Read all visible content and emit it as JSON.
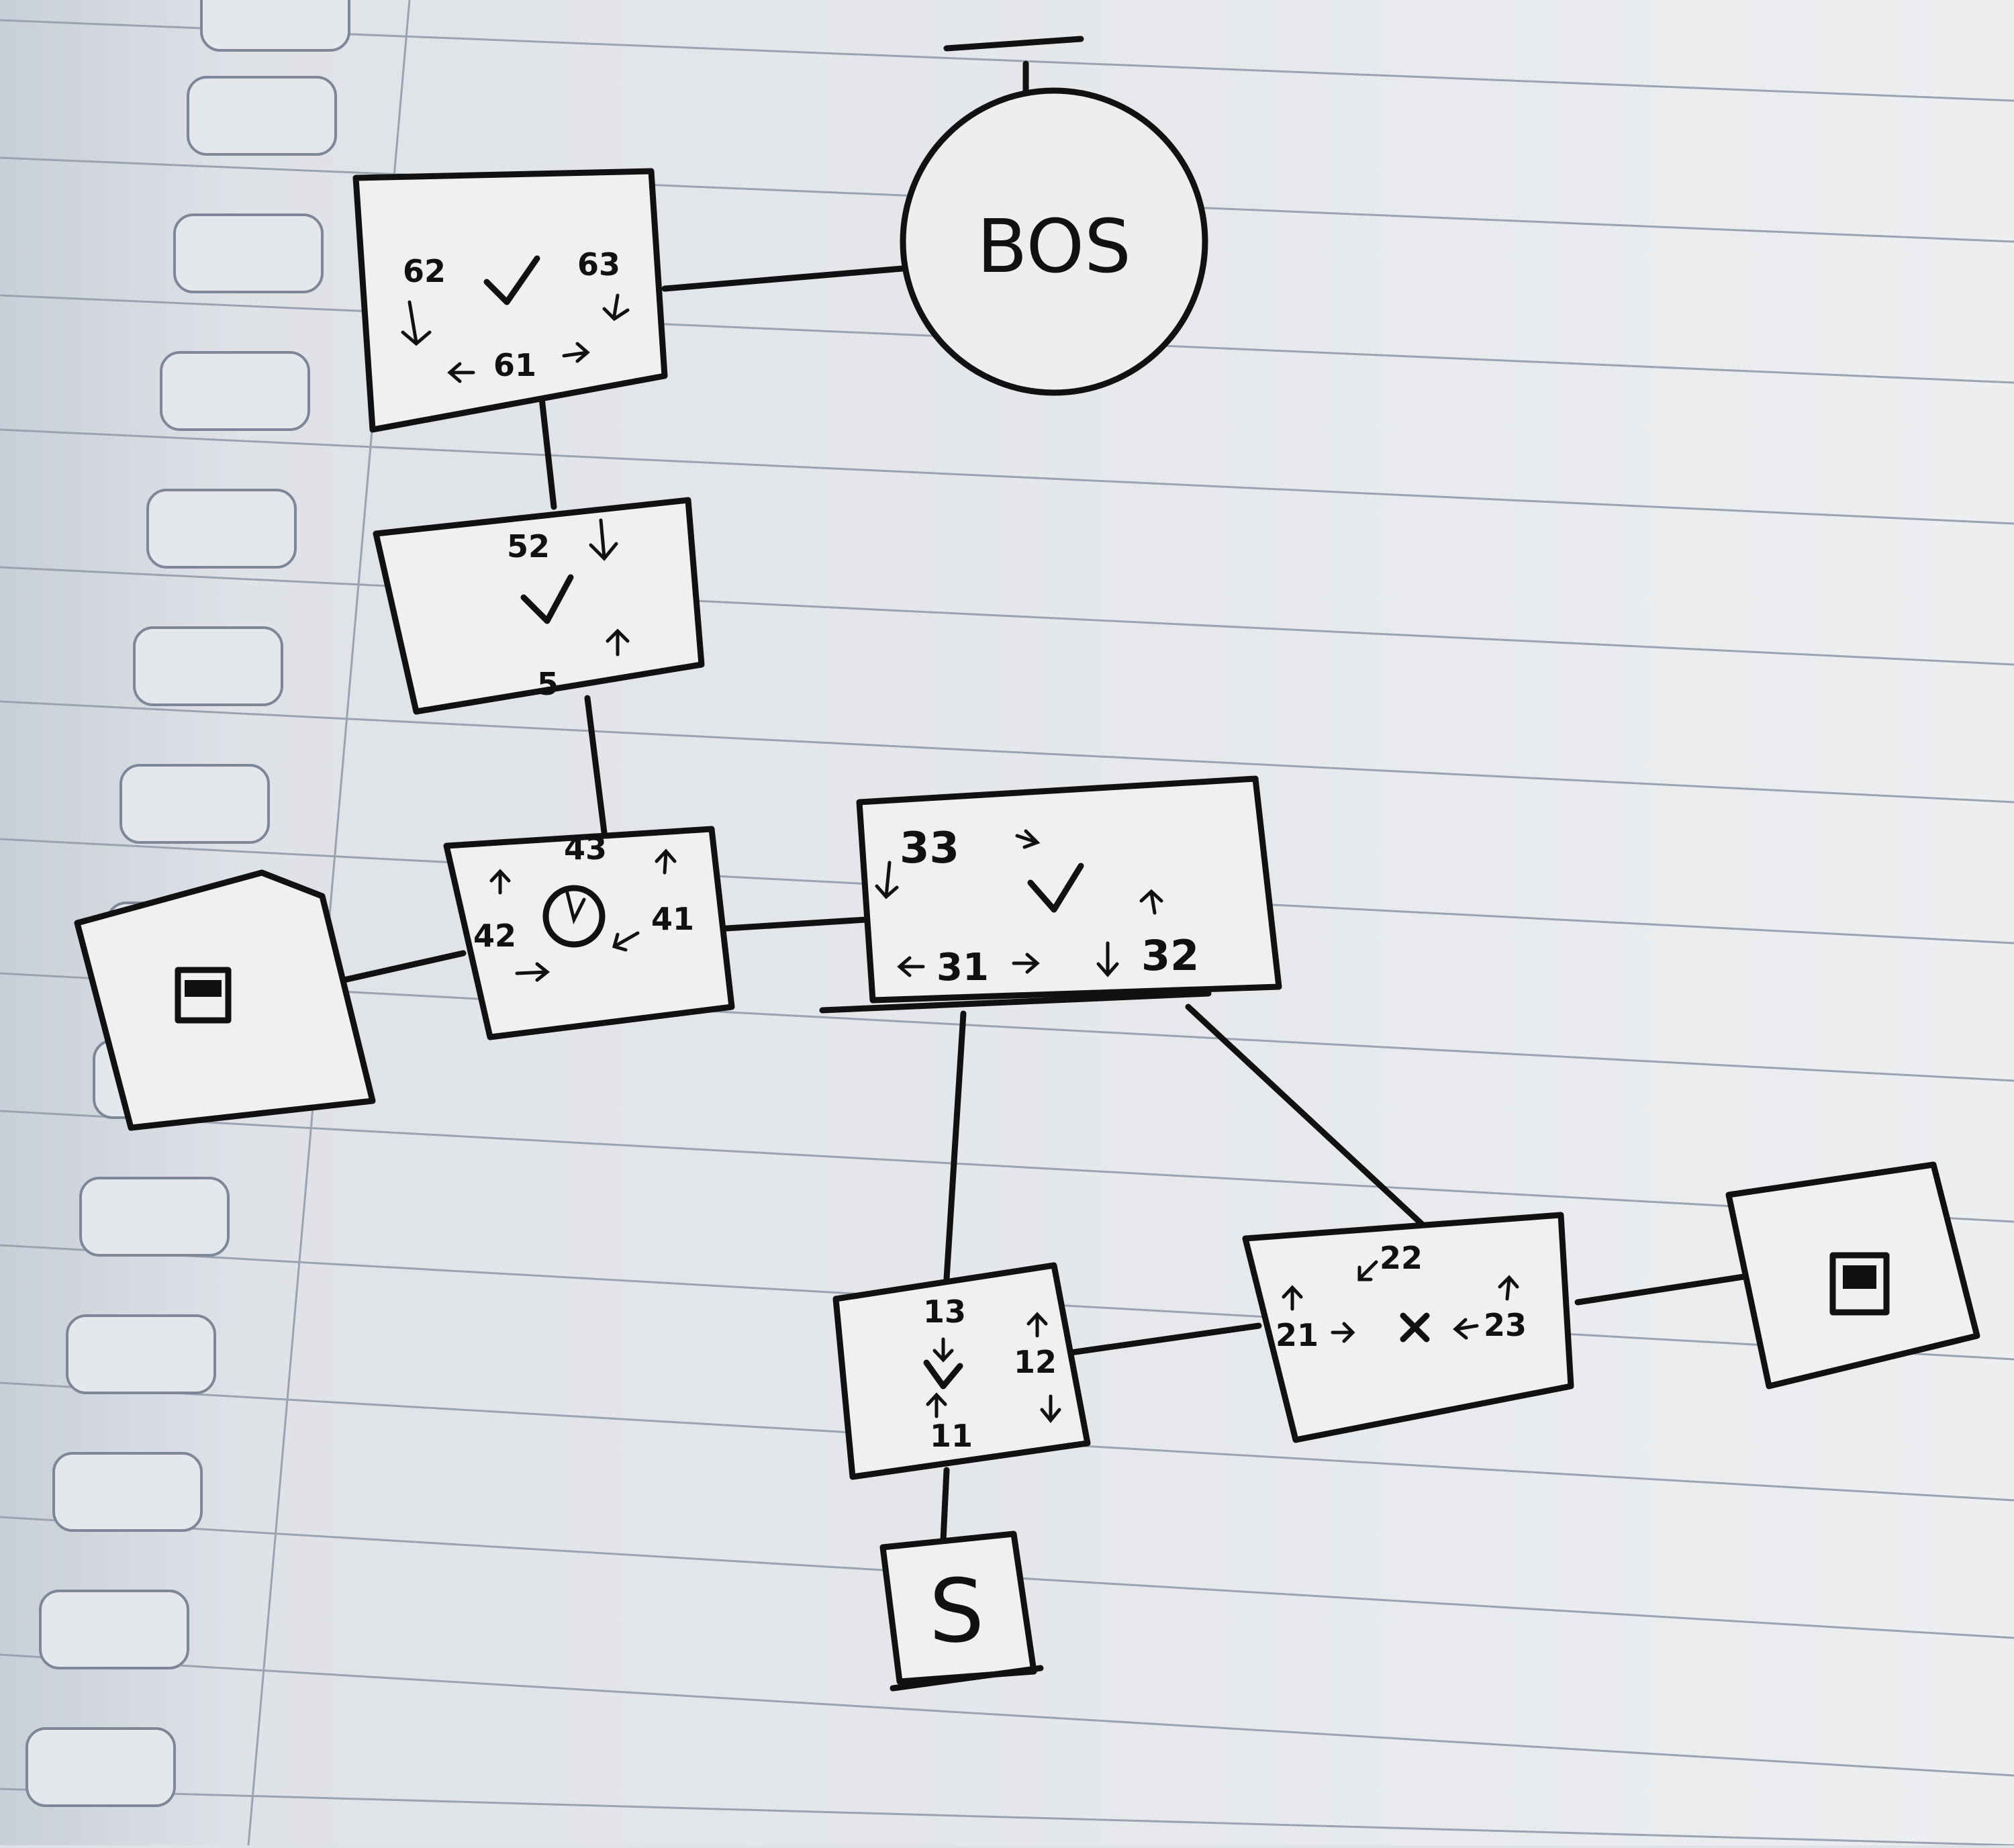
{
  "diagram": {
    "nodes": [
      {
        "id": "bos",
        "label": "BOS",
        "shape": "circle"
      },
      {
        "id": "room6",
        "labels": [
          "62",
          "63",
          "61"
        ],
        "mark": "check"
      },
      {
        "id": "room5",
        "labels": [
          "52",
          "5"
        ],
        "mark": "check"
      },
      {
        "id": "room4",
        "labels": [
          "43",
          "42",
          "41"
        ],
        "mark": "circle"
      },
      {
        "id": "room3",
        "labels": [
          "33",
          "31",
          "32"
        ],
        "mark": "check"
      },
      {
        "id": "room1",
        "labels": [
          "13",
          "12",
          "11"
        ],
        "mark": "check"
      },
      {
        "id": "room2",
        "labels": [
          "22",
          "21",
          "23"
        ],
        "mark": "x"
      },
      {
        "id": "start",
        "label": "S",
        "shape": "square"
      },
      {
        "id": "item-left",
        "shape": "square-with-icon"
      },
      {
        "id": "item-right",
        "shape": "square-with-icon"
      }
    ],
    "edges": [
      [
        "room6",
        "bos"
      ],
      [
        "room6",
        "room5"
      ],
      [
        "room5",
        "room4"
      ],
      [
        "item-left",
        "room4"
      ],
      [
        "room4",
        "room3"
      ],
      [
        "room3",
        "room1"
      ],
      [
        "room3",
        "room2"
      ],
      [
        "room1",
        "room2"
      ],
      [
        "room1",
        "start"
      ],
      [
        "room2",
        "item-right"
      ]
    ]
  }
}
